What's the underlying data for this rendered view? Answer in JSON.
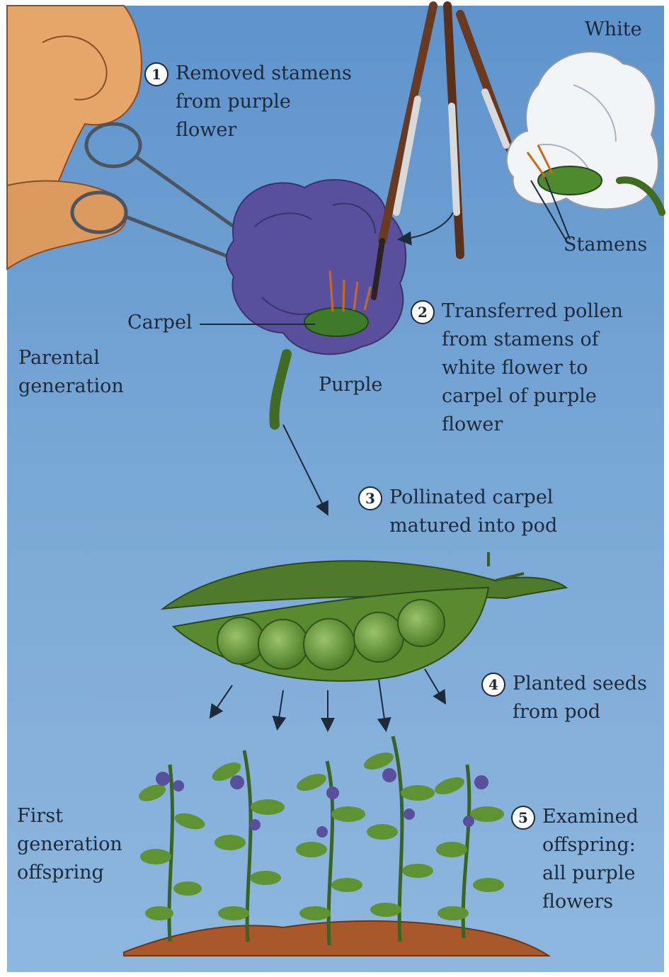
{
  "labels": {
    "white": "White",
    "stamens": "Stamens",
    "carpel": "Carpel",
    "purple": "Purple",
    "parental_generation": "Parental\ngeneration",
    "first_generation": "First\ngeneration\noffspring"
  },
  "steps": [
    {
      "number": "1",
      "text": "Removed stamens\nfrom purple\nflower"
    },
    {
      "number": "2",
      "text": "Transferred pollen\nfrom stamens of\nwhite flower to\ncarpel of purple\nflower"
    },
    {
      "number": "3",
      "text": "Pollinated carpel\nmatured into pod"
    },
    {
      "number": "4",
      "text": "Planted seeds\nfrom pod"
    },
    {
      "number": "5",
      "text": "Examined\noffspring:\nall purple\nflowers"
    }
  ],
  "colors": {
    "sky": "#6f9fd0",
    "purple_flower": "#5a4f9c",
    "white_flower": "#f2f4f6",
    "pod_green": "#4f7a2c",
    "soil": "#a8582a",
    "text": "#1c2a3a"
  }
}
